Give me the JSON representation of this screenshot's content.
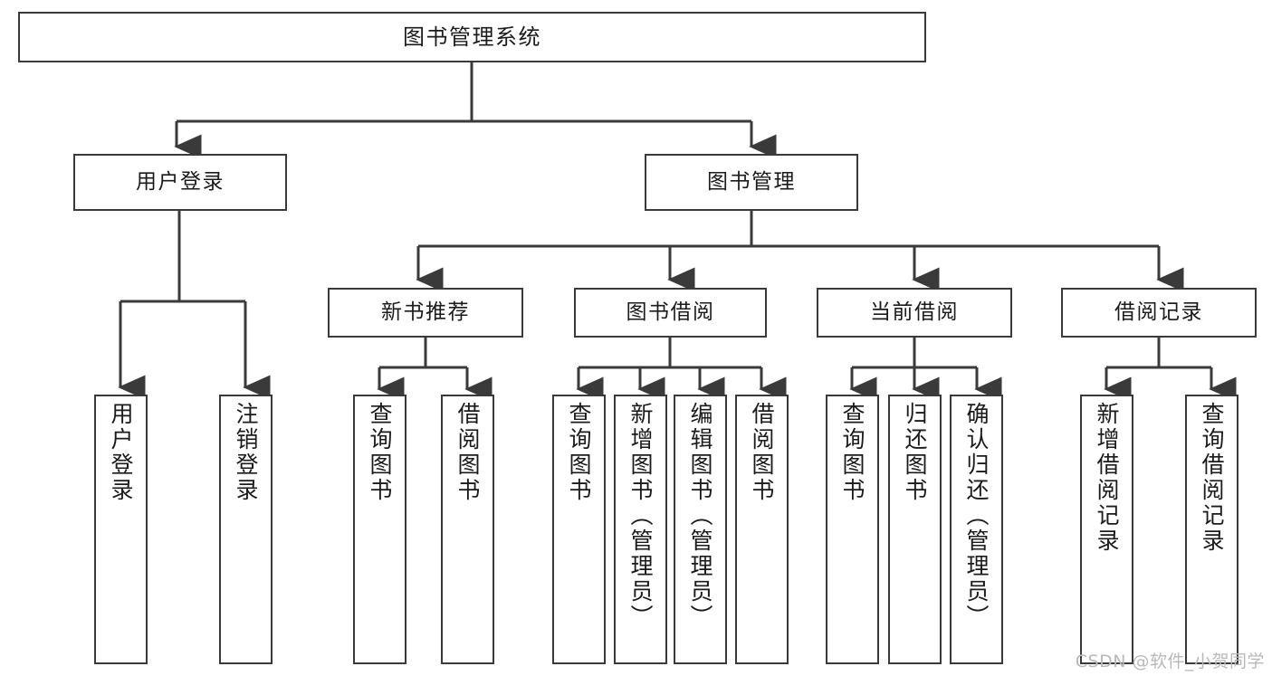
{
  "diagram": {
    "title": "图书管理系统",
    "type": "tree",
    "watermark": "CSDN @软件_小贺同学",
    "line_color": "#3a3a3a",
    "box_fill": "#ffffff",
    "text_color": "#1b1b1b",
    "watermark_color": "#b9b9b9"
  },
  "nodes": {
    "root": {
      "label": "图书管理系统",
      "level": 0
    },
    "level1": [
      {
        "id": "user-login",
        "label": "用户登录"
      },
      {
        "id": "book-admin",
        "label": "图书管理"
      }
    ],
    "level2": [
      {
        "id": "new-book-rec",
        "label": "新书推荐"
      },
      {
        "id": "book-borrow",
        "label": "图书借阅"
      },
      {
        "id": "current-borrow",
        "label": "当前借阅"
      },
      {
        "id": "borrow-record",
        "label": "借阅记录"
      }
    ],
    "leaves": {
      "user-login": [
        {
          "id": "leaf-user-login",
          "label": "用户登录"
        },
        {
          "id": "leaf-user-logout",
          "label": "注销登录"
        }
      ],
      "new-book-rec": [
        {
          "id": "leaf-query-book-1",
          "label": "查询图书"
        },
        {
          "id": "leaf-borrow-book-1",
          "label": "借阅图书"
        }
      ],
      "book-borrow": [
        {
          "id": "leaf-query-book-2",
          "label": "查询图书"
        },
        {
          "id": "leaf-add-book",
          "label": "新增图书（管理员）"
        },
        {
          "id": "leaf-edit-book",
          "label": "编辑图书（管理员）"
        },
        {
          "id": "leaf-borrow-book-2",
          "label": "借阅图书"
        }
      ],
      "current-borrow": [
        {
          "id": "leaf-query-book-3",
          "label": "查询图书"
        },
        {
          "id": "leaf-return-book",
          "label": "归还图书"
        },
        {
          "id": "leaf-confirm-return",
          "label": "确认归还（管理员）"
        }
      ],
      "borrow-record": [
        {
          "id": "leaf-add-record",
          "label": "新增借阅记录"
        },
        {
          "id": "leaf-query-record",
          "label": "查询借阅记录"
        }
      ]
    }
  }
}
